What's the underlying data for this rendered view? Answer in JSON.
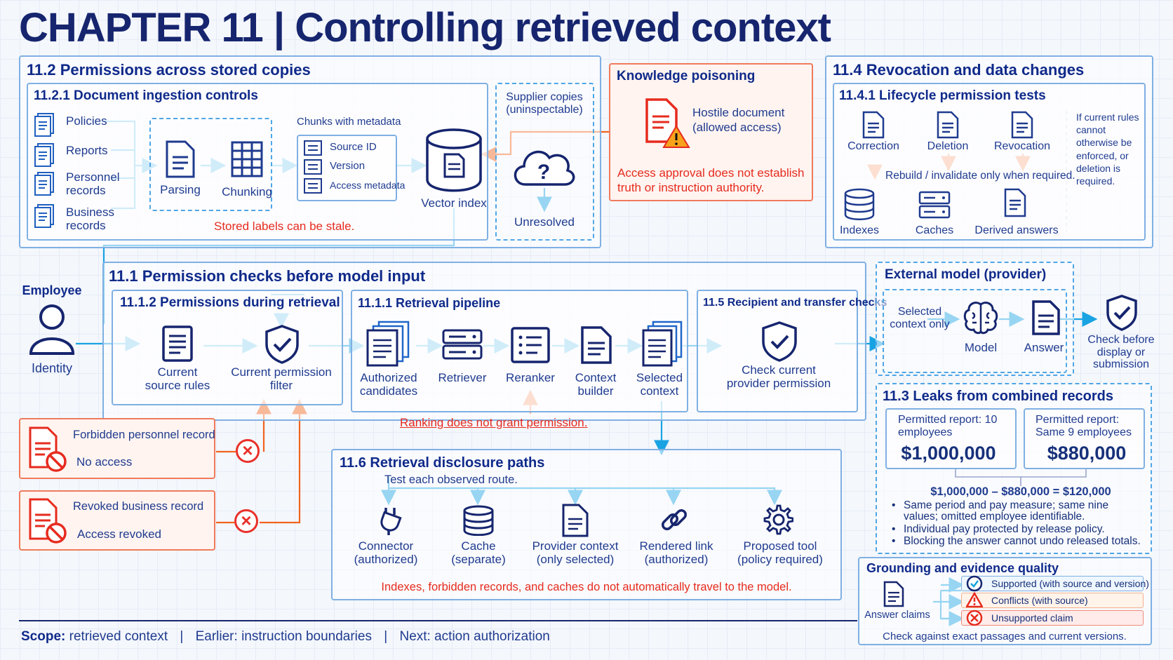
{
  "chapter_title": "CHAPTER 11 | Controlling retrieved context",
  "s112": {
    "title": "11.2  Permissions across stored copies",
    "sub": "11.2.1  Document ingestion controls",
    "sources": [
      "Policies",
      "Reports",
      "Personnel records",
      "Business records"
    ],
    "parsing": "Parsing",
    "chunking": "Chunking",
    "chunks_title": "Chunks with metadata",
    "chunks": [
      "Source ID",
      "Version",
      "Access metadata"
    ],
    "vector": "Vector index",
    "stale": "Stored  labels can be stale.",
    "supplier": "Supplier copies (uninspectable)",
    "unresolved": "Unresolved"
  },
  "poison": {
    "title": "Knowledge poisoning",
    "hostile": "Hostile document (allowed access)",
    "note": "Access approval does not establish truth or instruction authority."
  },
  "s114": {
    "title": "11.4  Revocation and data changes",
    "sub": "11.4.1  Lifecycle permission tests",
    "events": [
      "Correction",
      "Deletion",
      "Revocation"
    ],
    "rebuild": "Rebuild / invalidate only when required.",
    "stores": [
      "Indexes",
      "Caches",
      "Derived answers"
    ],
    "note": "If current rules cannot otherwise be enforced, or deletion is required."
  },
  "employee": {
    "label": "Employee",
    "identity": "Identity"
  },
  "s111": {
    "title": "11.1  Permission checks before model input",
    "sub112": "11.1.2  Permissions during retrieval",
    "rules": "Current source rules",
    "filter": "Current permission filter",
    "sub111": "11.1.1  Retrieval pipeline",
    "pipeline": [
      "Authorized candidates",
      "Retriever",
      "Reranker",
      "Context builder",
      "Selected context"
    ],
    "rank_note": "Ranking does not grant permission.",
    "s115_title": "11.5  Recipient and transfer checks",
    "s115_check": "Check current provider permission"
  },
  "forbidden": {
    "title": "Forbidden personnel record",
    "sub": "No access"
  },
  "revoked": {
    "title": "Revoked business record",
    "sub": "Access revoked"
  },
  "external": {
    "title": "External model (provider)",
    "selected": "Selected context only",
    "model": "Model",
    "answer": "Answer",
    "check": "Check before display or submission"
  },
  "s113": {
    "title": "11.3  Leaks from combined records",
    "r1_label": "Permitted report: 10 employees",
    "r1_value": "$1,000,000",
    "r2_label": "Permitted report: Same 9 employees",
    "r2_value": "$880,000",
    "equation": "$1,000,000 – $880,000 = $120,000",
    "bullets": [
      "Same period and pay measure; same nine values; omitted employee identifiable.",
      "Individual pay protected by release policy.",
      "Blocking the answer cannot undo released totals."
    ]
  },
  "s116": {
    "title": "11.6  Retrieval disclosure paths",
    "sub": "Test each observed route.",
    "paths": [
      "Connector (authorized)",
      "Cache (separate)",
      "Provider context (only selected)",
      "Rendered link (authorized)",
      "Proposed tool (policy required)"
    ],
    "note": "Indexes, forbidden records, and caches do not automatically travel to the model."
  },
  "grounding": {
    "title": "Grounding and evidence quality",
    "claims": "Answer claims",
    "chips": [
      "Supported (with source and version)",
      "Conflicts (with source)",
      "Unsupported claim"
    ],
    "note": "Check against exact passages and current versions."
  },
  "footer": {
    "scope_label": "Scope:",
    "scope": "retrieved context",
    "sep1": "|",
    "earlier": "Earlier: instruction boundaries",
    "sep2": "|",
    "next": "Next: action authorization"
  },
  "colors": {
    "navy": "#0f2a8a",
    "blue": "#1f66c9",
    "cyan": "#19a3e3",
    "red": "#e62b1e",
    "orange": "#f0641e"
  }
}
